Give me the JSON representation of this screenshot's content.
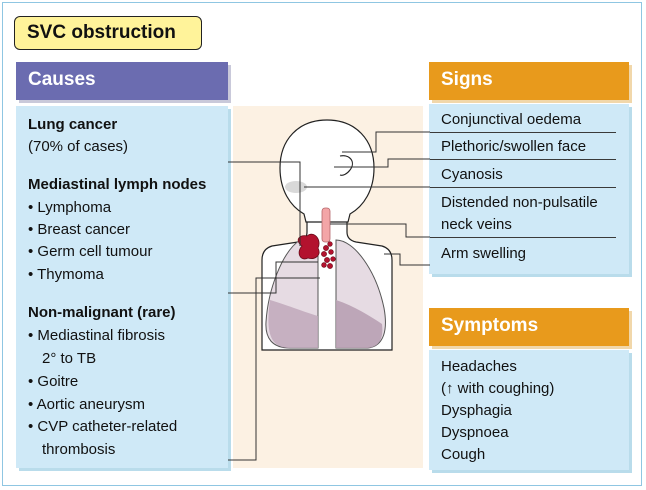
{
  "title": "SVC obstruction",
  "causes": {
    "header": "Causes",
    "lung_cancer": "Lung cancer",
    "lung_cancer_note": "(70% of cases)",
    "mediastinal_header": "Mediastinal lymph nodes",
    "mediastinal_items": [
      "• Lymphoma",
      "• Breast cancer",
      "• Germ cell tumour",
      "• Thymoma"
    ],
    "nonmalignant_header": "Non-malignant (rare)",
    "nonmalignant_items": [
      "• Mediastinal fibrosis",
      "2° to TB",
      "• Goitre",
      "• Aortic aneurysm",
      "• CVP catheter-related",
      "thrombosis"
    ]
  },
  "signs": {
    "header": "Signs",
    "items": [
      "Conjunctival oedema",
      "Plethoric/swollen face",
      "Cyanosis",
      "Distended non-pulsatile",
      "neck veins",
      "Arm swelling"
    ]
  },
  "symptoms": {
    "header": "Symptoms",
    "items": [
      "Headaches",
      "(↑ with coughing)",
      "Dysphagia",
      "Dyspnoea",
      "Cough"
    ]
  },
  "colors": {
    "causes_header": "#6b6cb0",
    "signs_header": "#e89a1c",
    "panel": "#cfe9f7",
    "title_box": "#fff39a",
    "tumour": "#b3122e"
  }
}
